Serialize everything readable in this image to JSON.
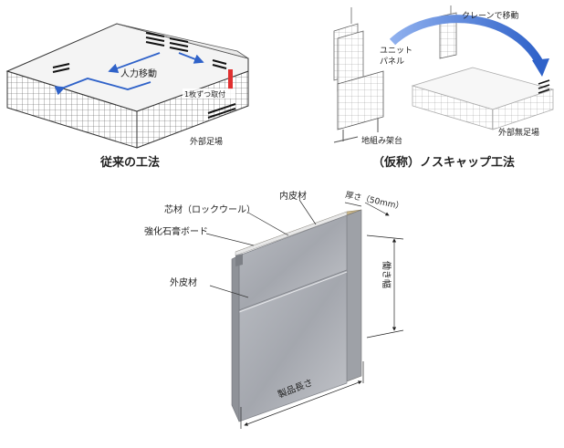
{
  "left_panel": {
    "caption": "従来の工法",
    "label_manual_move": "人力移動",
    "label_install_one": "1枚ずつ取付",
    "label_scaffold": "外部足場"
  },
  "right_panel": {
    "caption": "（仮称）ノスキャップ工法",
    "label_crane_move": "クレーンで移動",
    "label_unit_panel_1": "ユニット",
    "label_unit_panel_2": "パネル",
    "label_ground_frame": "地組み架台",
    "label_no_scaffold": "外部無足場"
  },
  "panel_diagram": {
    "label_inner_skin": "内皮材",
    "label_core": "芯材（ロックウール）",
    "label_gypsum": "強化石膏ボード",
    "label_outer_skin": "外皮材",
    "label_thickness": "厚さ（50mm）",
    "label_width": "働き幅",
    "label_length": "製品長さ"
  },
  "colors": {
    "arrow_blue": "#2f62c9",
    "highlight_red": "#e03030",
    "core_tan": "#c8b68a",
    "panel_gray": "#a9acb3"
  }
}
